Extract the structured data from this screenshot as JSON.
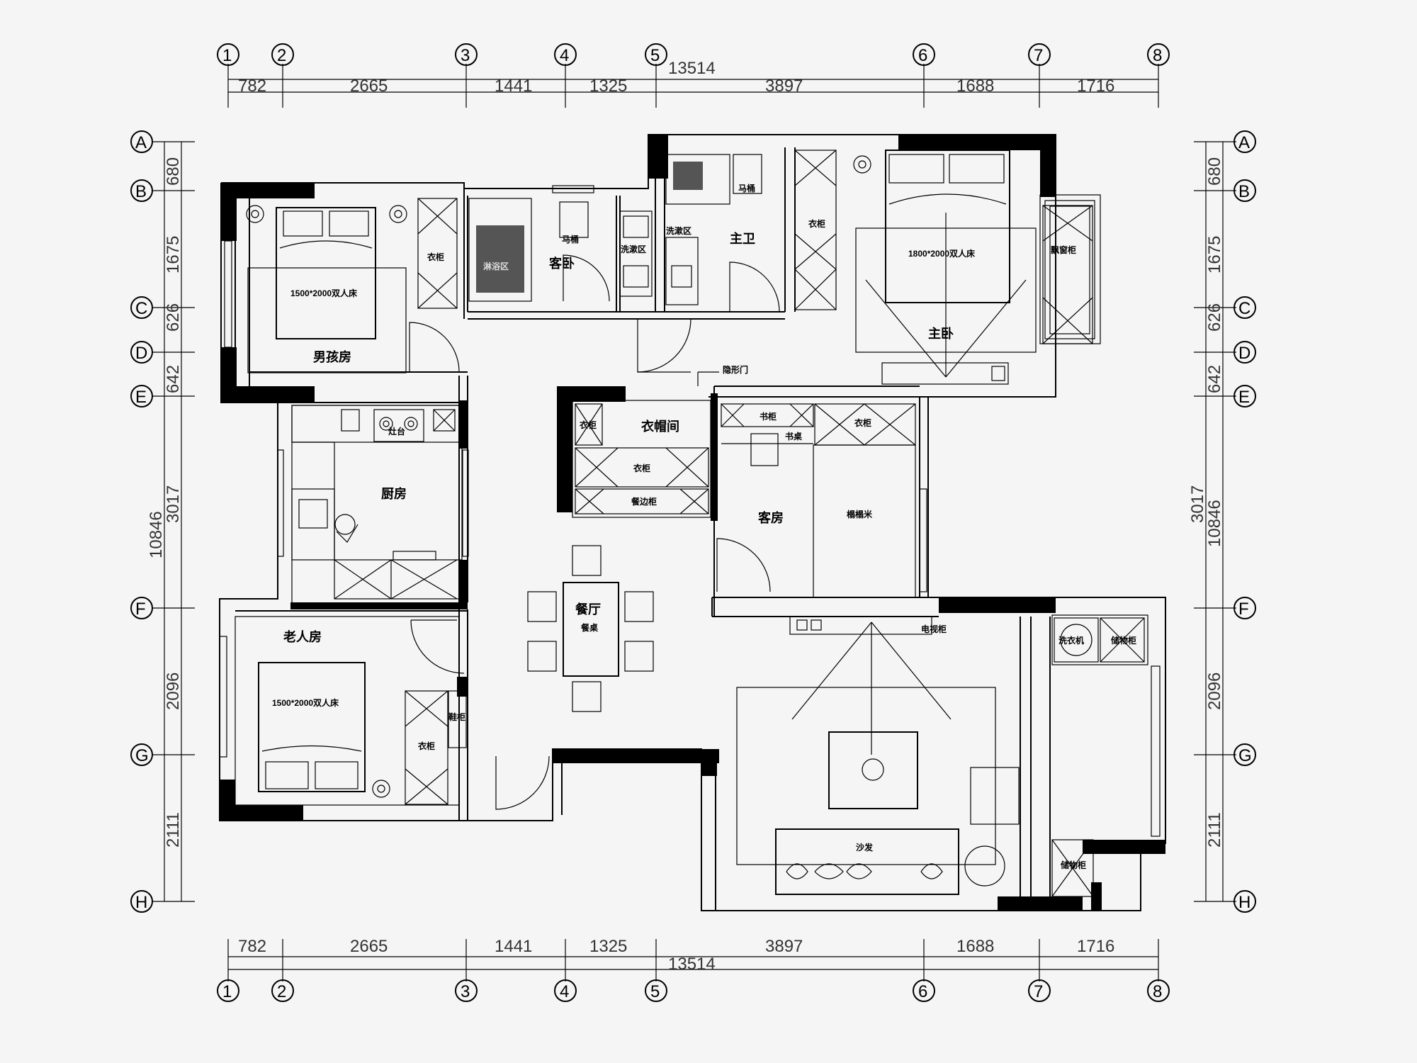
{
  "grid": {
    "columns": [
      "1",
      "2",
      "3",
      "4",
      "5",
      "6",
      "7",
      "8"
    ],
    "rows": [
      "A",
      "B",
      "C",
      "D",
      "E",
      "F",
      "G",
      "H"
    ]
  },
  "dimensions": {
    "horizontal_segments": [
      "782",
      "2665",
      "1441",
      "1325",
      "3897",
      "1688",
      "1716"
    ],
    "horizontal_total": "13514",
    "vertical_left": [
      "680",
      "1675",
      "626",
      "642",
      "3017",
      "2096",
      "2111"
    ],
    "vertical_total": "10846"
  },
  "rooms": {
    "boys_room": "男孩房",
    "guest_bedroom": "客卧",
    "master_bath": "主卫",
    "master_bedroom": "主卧",
    "kitchen": "厨房",
    "cloakroom": "衣帽间",
    "dining": "餐厅",
    "guest_room": "客房",
    "elder_room": "老人房"
  },
  "labels": {
    "wardrobe": "衣柜",
    "bed_1500": "1500*2000双人床",
    "bed_1800": "1800*2000双人床",
    "shower": "淋浴区",
    "toilet": "马桶",
    "washbasin": "洗漱区",
    "bay_cabinet": "飘窗柜",
    "hidden_door": "隐形门",
    "bookshelf": "书柜",
    "desk": "书桌",
    "tatami": "榻榻米",
    "sideboard": "餐边柜",
    "dining_table": "餐桌",
    "tv_cabinet": "电视柜",
    "washer": "洗衣机",
    "storage": "储物柜",
    "sofa": "沙发",
    "stove": "灶台",
    "shoe_cabinet": "鞋柜"
  }
}
